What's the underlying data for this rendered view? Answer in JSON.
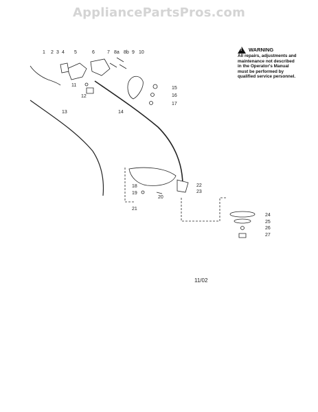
{
  "watermark": "AppliancePartsPros.com",
  "warning": {
    "title": "WARNING",
    "text": "All repairs, adjustments and maintenance not described in the Operator's Manual must be performed by qualified service personnel."
  },
  "date_code": "11/02",
  "part_numbers": [
    "1",
    "2",
    "3",
    "4",
    "5",
    "6",
    "7",
    "8a",
    "8b",
    "9",
    "10",
    "11",
    "12",
    "13",
    "14",
    "15",
    "16",
    "17",
    "18",
    "19",
    "20",
    "21",
    "22",
    "23",
    "24",
    "25",
    "26",
    "27"
  ],
  "colors": {
    "line": "#222222",
    "watermark": "#d4d4d4"
  }
}
